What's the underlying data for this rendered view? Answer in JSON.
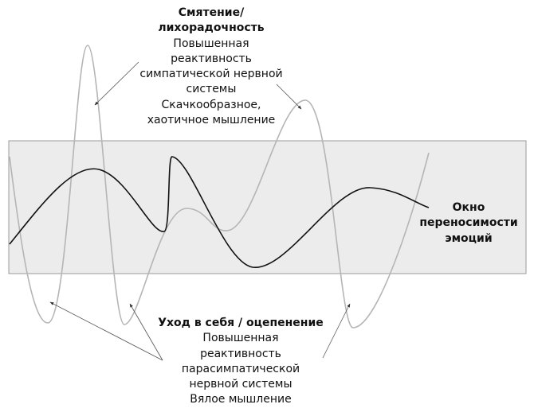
{
  "top_label": {
    "title_lines": [
      "Смятение/",
      "лихорадочность"
    ],
    "body_lines": [
      "Повышенная",
      "реактивность",
      "симпатической нервной",
      "системы",
      "Скачкообразное,",
      "хаотичное мышление"
    ]
  },
  "window_label": {
    "lines": [
      "Окно",
      "переносимости",
      "эмоций"
    ]
  },
  "bottom_label": {
    "title_lines": [
      "Уход в себя / оцепенение"
    ],
    "body_lines": [
      "Повышенная",
      "реактивность",
      "парасимпатической",
      "нервной системы",
      "Вялое мышление"
    ]
  },
  "colors": {
    "window_fill": "#ececec",
    "window_border": "#9a9a9a",
    "regulated_curve": "#111111",
    "dysregulated_curve": "#b5b5b5",
    "arrow": "#555555"
  }
}
